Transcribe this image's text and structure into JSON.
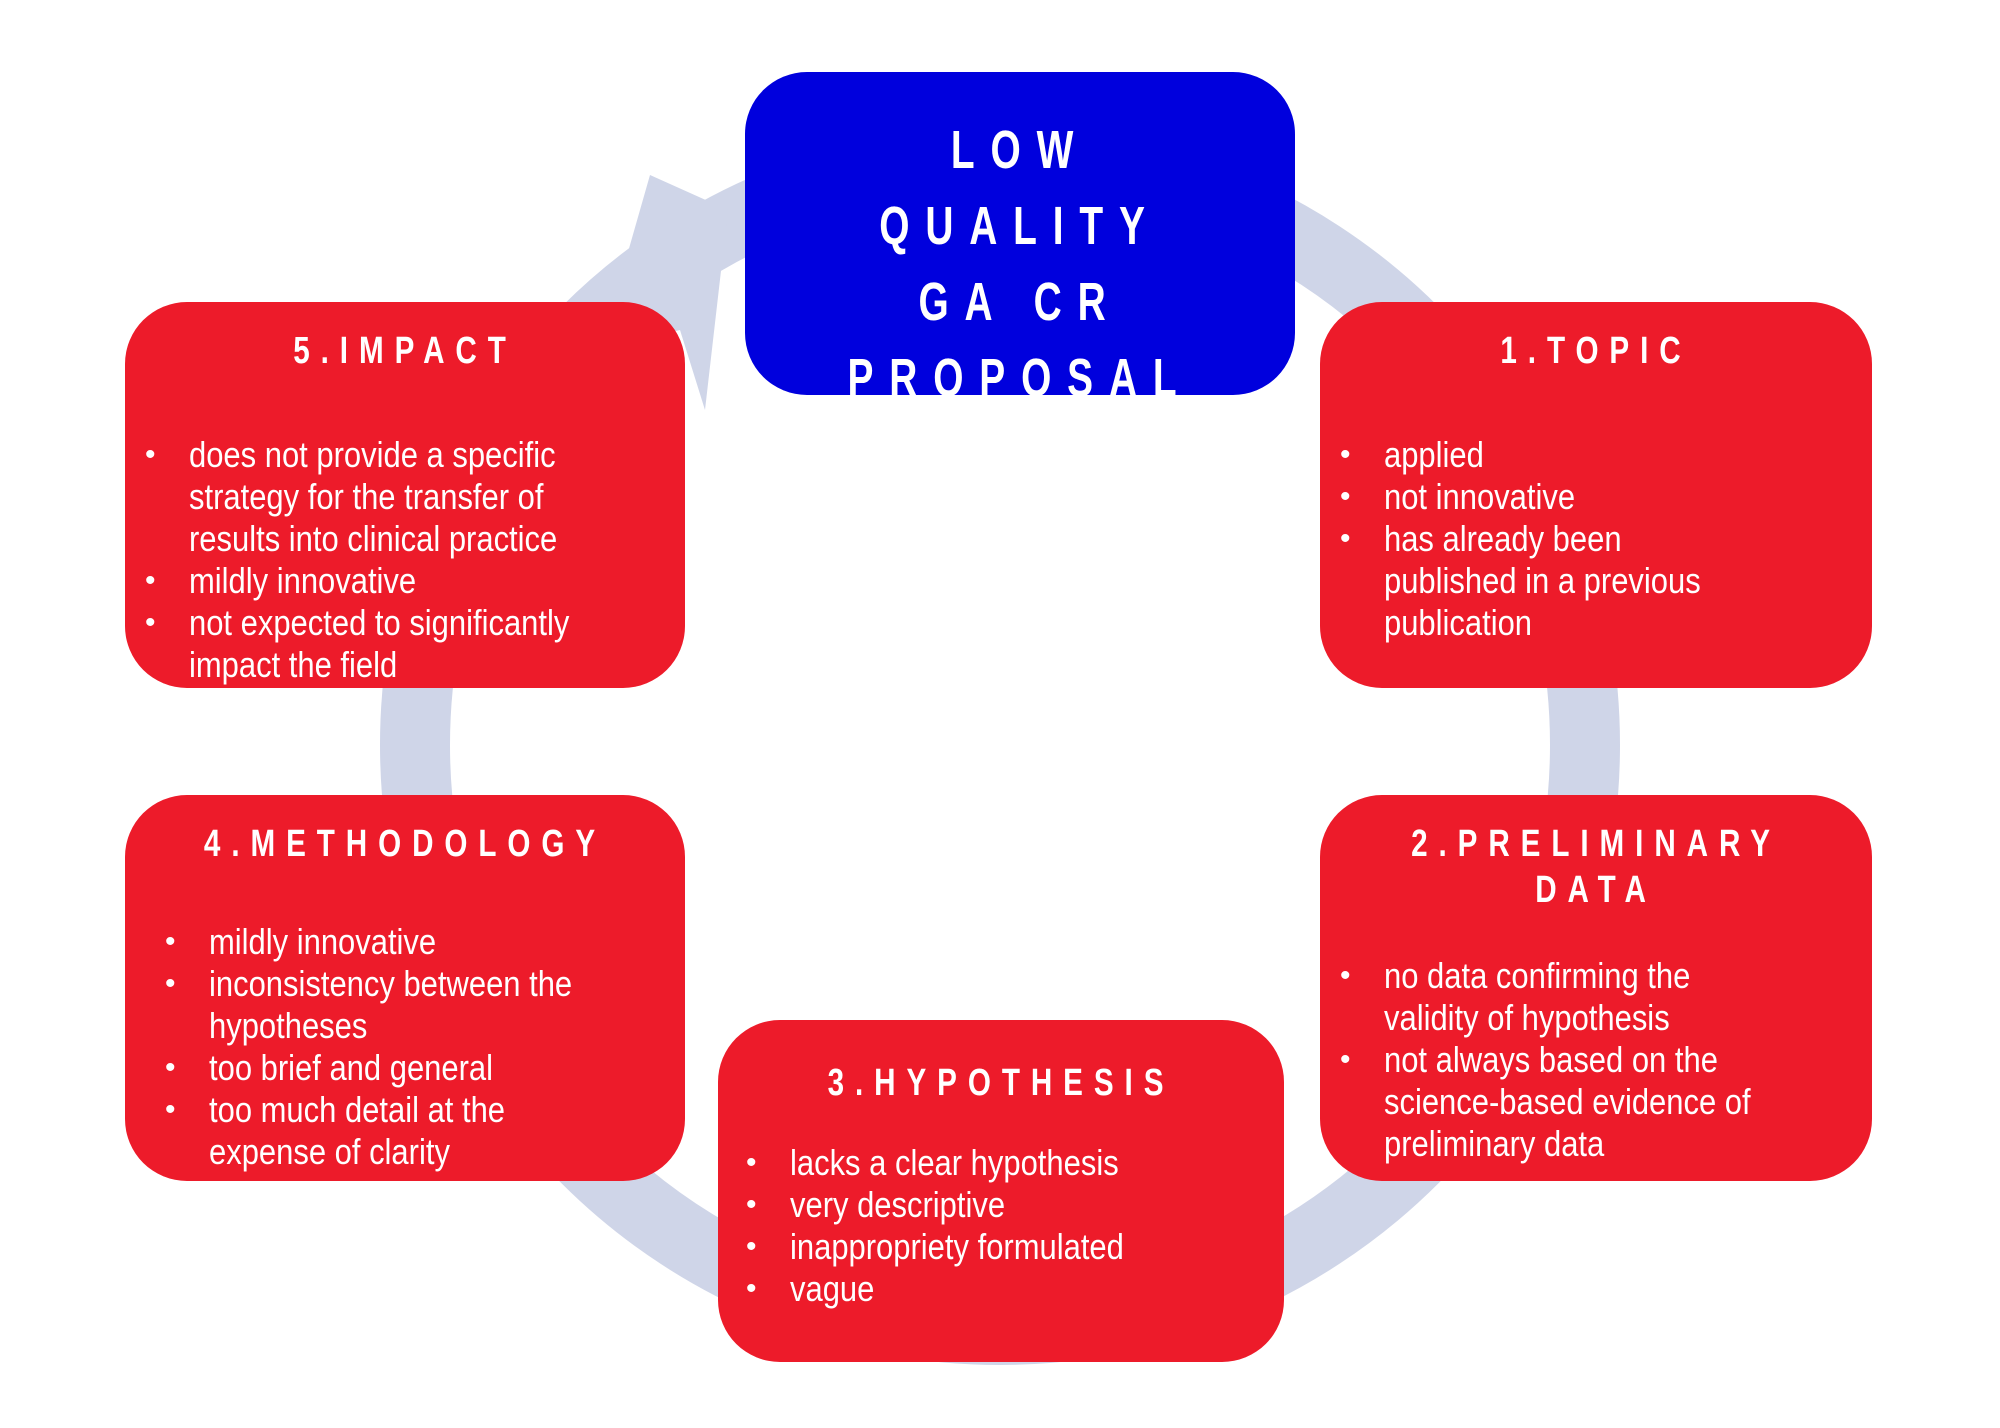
{
  "colors": {
    "center_box": "#0000dd",
    "step_box": "#ed1b2a",
    "ring_arrow": "#cfd5e8",
    "text": "#ffffff"
  },
  "center": {
    "lines": [
      "LOW QUALITY",
      "GA CR",
      "PROPOSAL"
    ]
  },
  "steps": [
    {
      "title": "1.TOPIC",
      "title_lines": [
        "1.TOPIC"
      ],
      "items": [
        [
          "applied"
        ],
        [
          "not innovative"
        ],
        [
          "has already been",
          "published in a previous",
          "publication"
        ]
      ]
    },
    {
      "title": "2.PRELIMINARY DATA",
      "title_lines": [
        "2.PRELIMINARY",
        "DATA"
      ],
      "items": [
        [
          "no data confirming the",
          "validity of hypothesis"
        ],
        [
          "not always based on the",
          "science-based evidence of",
          "preliminary data"
        ]
      ]
    },
    {
      "title": "3.HYPOTHESIS",
      "title_lines": [
        "3.HYPOTHESIS"
      ],
      "items": [
        [
          "lacks a clear hypothesis"
        ],
        [
          "very descriptive"
        ],
        [
          "inappropriety formulated"
        ],
        [
          "vague"
        ]
      ]
    },
    {
      "title": "4.METHODOLOGY",
      "title_lines": [
        "4.METHODOLOGY"
      ],
      "items": [
        [
          "mildly innovative"
        ],
        [
          "inconsistency between the",
          "hypotheses"
        ],
        [
          "too brief and general"
        ],
        [
          "too much detail at the",
          "expense of clarity"
        ]
      ]
    },
    {
      "title": "5.IMPACT",
      "title_lines": [
        "5.IMPACT"
      ],
      "items": [
        [
          "does not provide a specific",
          "strategy for the transfer of",
          "results into clinical practice"
        ],
        [
          "mildly innovative"
        ],
        [
          "not expected to significantly",
          "impact the field"
        ]
      ]
    }
  ],
  "bullet_glyph": "•"
}
